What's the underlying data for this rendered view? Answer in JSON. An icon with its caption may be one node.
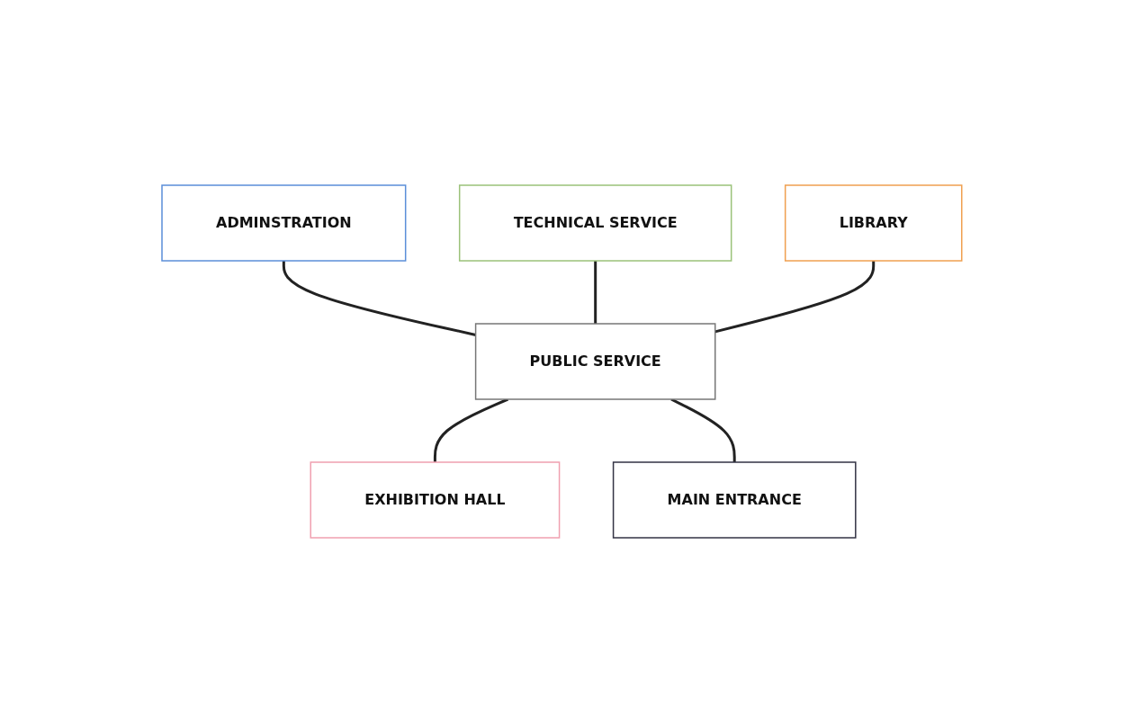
{
  "diagram": {
    "nodes": [
      {
        "text": [
          "ADMINSTRATION"
        ]
      },
      {
        "text": [
          "TECHNICAL SERVICE"
        ]
      },
      {
        "text": [
          "LIBRARY"
        ]
      },
      {
        "text": [
          "PUBLIC SERVICE"
        ]
      },
      {
        "text": [
          "EXHIBITION HALL"
        ]
      },
      {
        "text": [
          "MAIN ENTRANCE"
        ]
      }
    ],
    "edges": [
      {
        "from": 0,
        "to": 3,
        "arrow": "none"
      },
      {
        "from": 1,
        "to": 3,
        "arrow": "none"
      },
      {
        "from": 2,
        "to": 3,
        "arrow": "none"
      },
      {
        "from": 3,
        "to": 4,
        "arrow": "none"
      },
      {
        "from": 3,
        "to": 5,
        "arrow": "none"
      }
    ]
  }
}
